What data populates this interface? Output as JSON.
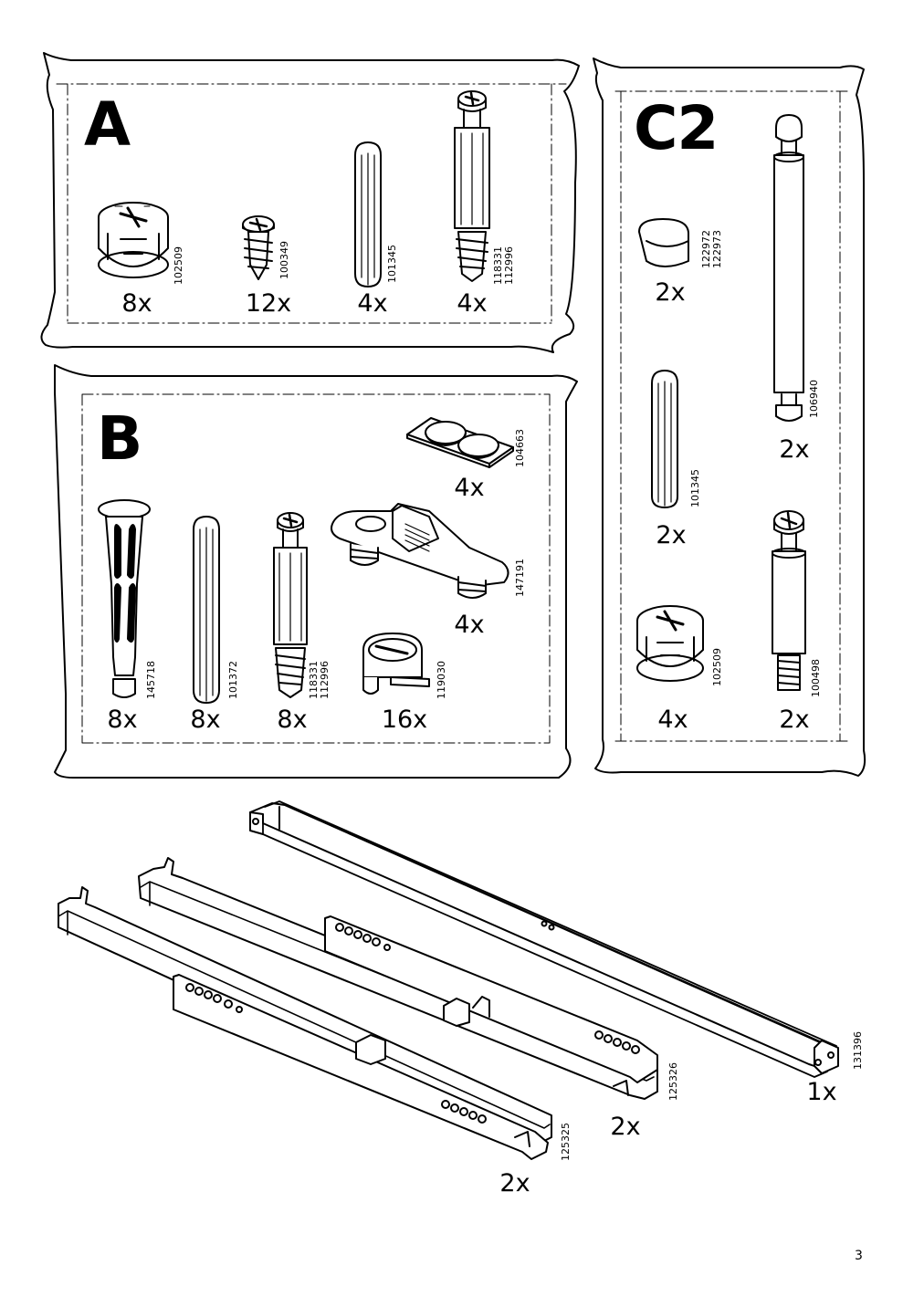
{
  "page_number": "3",
  "bags": [
    {
      "letter": "A",
      "items": [
        {
          "name": "cam-lock",
          "code": "102509",
          "qty": "8x"
        },
        {
          "name": "screw",
          "code": "100349",
          "qty": "12x"
        },
        {
          "name": "wooden-dowel",
          "code": "101345",
          "qty": "4x"
        },
        {
          "name": "cam-bolt",
          "code": "118331\n112996",
          "qty": "4x"
        }
      ]
    },
    {
      "letter": "B",
      "items": [
        {
          "name": "felt-pads",
          "code": "104663",
          "qty": "4x"
        },
        {
          "name": "drawer-clip",
          "code": "147191",
          "qty": "4x"
        },
        {
          "name": "plastic-plug-pin",
          "code": "145718",
          "qty": "8x"
        },
        {
          "name": "wooden-dowel",
          "code": "101372",
          "qty": "8x"
        },
        {
          "name": "cam-bolt",
          "code": "118331\n112996",
          "qty": "8x"
        },
        {
          "name": "cam-connector",
          "code": "119030",
          "qty": "16x"
        }
      ]
    },
    {
      "letter": "C2",
      "items": [
        {
          "name": "cover-cap",
          "code": "122972\n122973",
          "qty": "2x"
        },
        {
          "name": "long-bolt",
          "code": "106940",
          "qty": "2x"
        },
        {
          "name": "wooden-dowel",
          "code": "101345",
          "qty": "2x"
        },
        {
          "name": "cam-lock",
          "code": "102509",
          "qty": "4x"
        },
        {
          "name": "threaded-bolt",
          "code": "100498",
          "qty": "2x"
        }
      ]
    }
  ],
  "rails": [
    {
      "name": "back-bar",
      "code": "131396",
      "qty": "1x"
    },
    {
      "name": "drawer-runner-right",
      "code": "125326",
      "qty": "2x"
    },
    {
      "name": "drawer-runner-left",
      "code": "125325",
      "qty": "2x"
    }
  ]
}
